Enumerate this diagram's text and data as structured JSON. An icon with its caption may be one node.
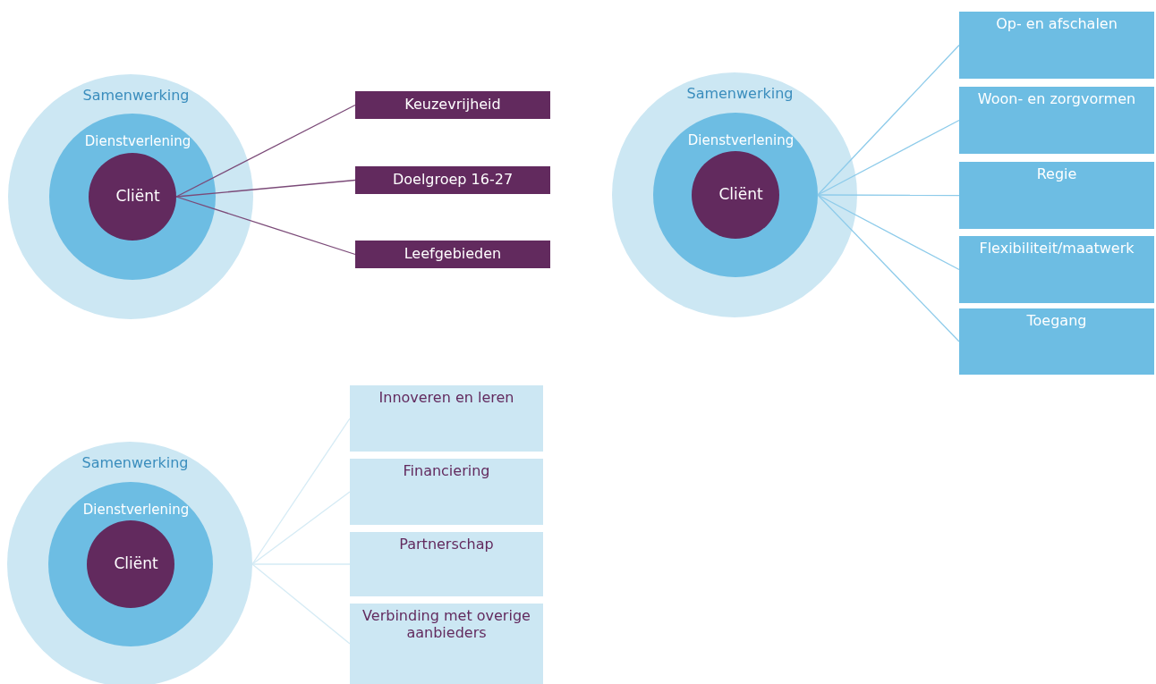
{
  "diagram": {
    "nodes": [
      {
        "text": [
          "Samenwerking"
        ]
      },
      {
        "text": [
          "Dienstverlening"
        ],
        "in": 0
      },
      {
        "text": [
          "Cliënt"
        ],
        "in": 1
      },
      {
        "text": [
          "Keuzevrijheid"
        ]
      },
      {
        "text": [
          "Doelgroep 16-27"
        ]
      },
      {
        "text": [
          "Leefgebieden"
        ]
      },
      {
        "text": [
          "Samenwerking"
        ]
      },
      {
        "text": [
          "Dienstverlening"
        ],
        "in": 6
      },
      {
        "text": [
          "Cliënt"
        ],
        "in": 7
      },
      {
        "text": [
          "Op- en afschalen"
        ]
      },
      {
        "text": [
          "Woon- en zorgvormen"
        ]
      },
      {
        "text": [
          "Regie"
        ]
      },
      {
        "text": [
          "Flexibiliteit/maatwerk"
        ]
      },
      {
        "text": [
          "Toegang"
        ]
      },
      {
        "text": [
          "Samenwerking"
        ]
      },
      {
        "text": [
          "Dienstverlening"
        ],
        "in": 14
      },
      {
        "text": [
          "Cliënt"
        ],
        "in": 15
      },
      {
        "text": [
          "Innoveren en leren"
        ]
      },
      {
        "text": [
          "Financiering"
        ]
      },
      {
        "text": [
          "Partnerschap"
        ]
      },
      {
        "text": [
          "Verbinding met overige aanbieders"
        ]
      }
    ],
    "edges": [
      {
        "from": 2,
        "to": 3,
        "arrow": "none",
        "color": "#7b4a78"
      },
      {
        "from": 2,
        "to": 4,
        "arrow": "none",
        "color": "#7b4a78"
      },
      {
        "from": 2,
        "to": 5,
        "arrow": "none",
        "color": "#7b4a78"
      },
      {
        "from": 7,
        "to": 9,
        "arrow": "none",
        "color": "#8dcbea"
      },
      {
        "from": 7,
        "to": 10,
        "arrow": "none",
        "color": "#8dcbea"
      },
      {
        "from": 7,
        "to": 11,
        "arrow": "none",
        "color": "#8dcbea"
      },
      {
        "from": 7,
        "to": 12,
        "arrow": "none",
        "color": "#8dcbea"
      },
      {
        "from": 7,
        "to": 13,
        "arrow": "none",
        "color": "#8dcbea"
      },
      {
        "from": 14,
        "to": 17,
        "arrow": "none",
        "color": "#d5ebf5"
      },
      {
        "from": 14,
        "to": 18,
        "arrow": "none",
        "color": "#d5ebf5"
      },
      {
        "from": 14,
        "to": 19,
        "arrow": "none",
        "color": "#d5ebf5"
      },
      {
        "from": 14,
        "to": 20,
        "arrow": "none",
        "color": "#d5ebf5"
      }
    ]
  }
}
